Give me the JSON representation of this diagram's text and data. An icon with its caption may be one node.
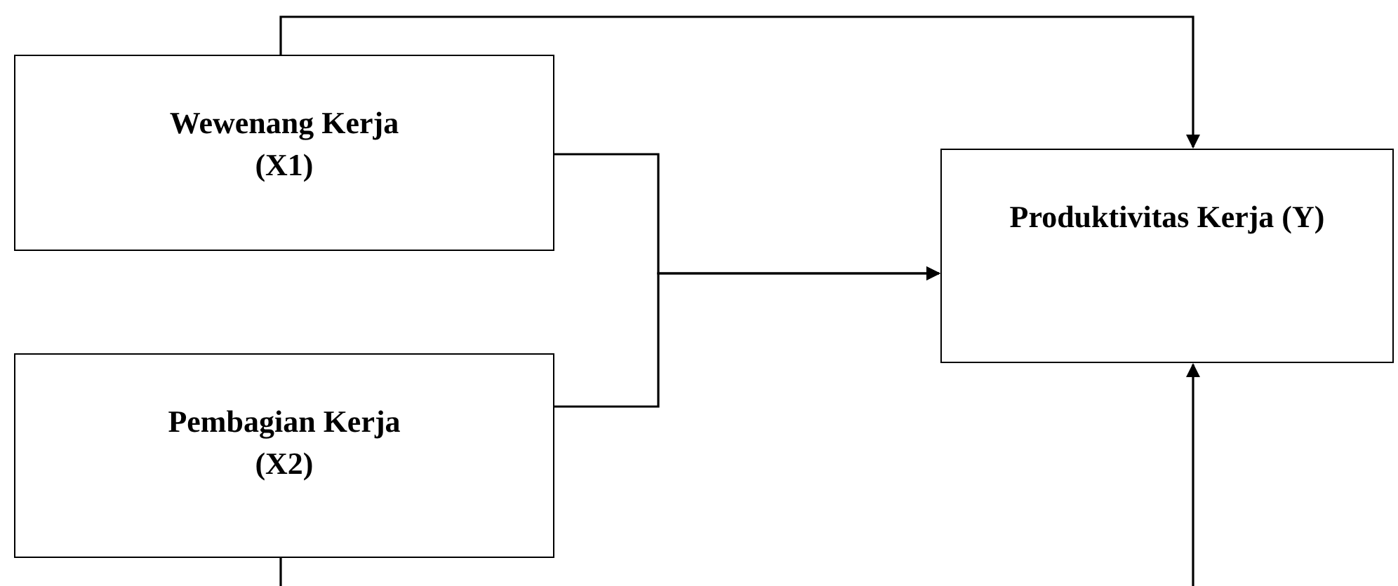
{
  "diagram": {
    "nodes": [
      {
        "text": [
          "Wewenang Kerja (X1)"
        ]
      },
      {
        "text": [
          "Pembagian Kerja (X2)"
        ]
      },
      {
        "text": [
          "Produktivitas Kerja (Y)"
        ]
      }
    ],
    "edges": [
      {
        "from": 0,
        "to": 2,
        "arrow": "to"
      },
      {
        "from": 0,
        "to": 2,
        "arrow": "to"
      },
      {
        "from": 1,
        "to": 2,
        "arrow": "to"
      },
      {
        "from": 1,
        "to": 2,
        "arrow": "to"
      }
    ]
  }
}
